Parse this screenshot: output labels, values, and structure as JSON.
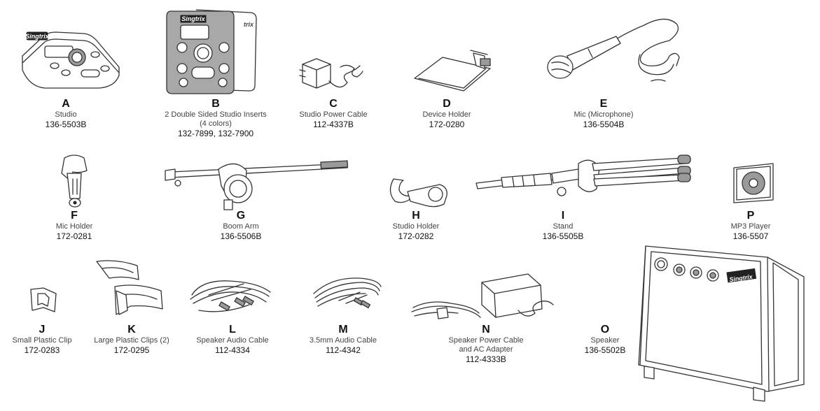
{
  "brand": {
    "logo": "Singtrix"
  },
  "parts": [
    {
      "letter": "A",
      "name": "Studio",
      "number": "136-5503B",
      "icon": "studio-console-icon"
    },
    {
      "letter": "B",
      "name": "2 Double Sided Studio Inserts",
      "name2": "(4 colors)",
      "number": "132-7899, 132-7900",
      "icon": "studio-inserts-icon"
    },
    {
      "letter": "C",
      "name": "Studio Power Cable",
      "number": "112-4337B",
      "icon": "power-adapter-icon"
    },
    {
      "letter": "D",
      "name": "Device Holder",
      "number": "172-0280",
      "icon": "device-holder-icon"
    },
    {
      "letter": "E",
      "name": "Mic (Microphone)",
      "number": "136-5504B",
      "icon": "microphone-icon"
    },
    {
      "letter": "F",
      "name": "Mic Holder",
      "number": "172-0281",
      "icon": "mic-holder-icon"
    },
    {
      "letter": "G",
      "name": "Boom Arm",
      "number": "136-5506B",
      "icon": "boom-arm-icon"
    },
    {
      "letter": "H",
      "name": "Studio Holder",
      "number": "172-0282",
      "icon": "studio-holder-icon"
    },
    {
      "letter": "I",
      "name": "Stand",
      "number": "136-5505B",
      "icon": "tripod-stand-icon"
    },
    {
      "letter": "P",
      "name": "MP3 Player",
      "number": "136-5507",
      "icon": "mp3-player-icon"
    },
    {
      "letter": "J",
      "name": "Small Plastic Clip",
      "number": "172-0283",
      "icon": "small-clip-icon"
    },
    {
      "letter": "K",
      "name": "Large Plastic Clips (2)",
      "number": "172-0295",
      "icon": "large-clips-icon"
    },
    {
      "letter": "L",
      "name": "Speaker Audio Cable",
      "number": "112-4334",
      "icon": "rca-cable-icon"
    },
    {
      "letter": "M",
      "name": "3.5mm Audio Cable",
      "number": "112-4342",
      "icon": "aux-cable-icon"
    },
    {
      "letter": "N",
      "name": "Speaker Power Cable",
      "name2": "and AC Adapter",
      "number": "112-4333B",
      "icon": "speaker-adapter-icon"
    },
    {
      "letter": "O",
      "name": "Speaker",
      "number": "136-5502B",
      "icon": "speaker-icon"
    }
  ]
}
